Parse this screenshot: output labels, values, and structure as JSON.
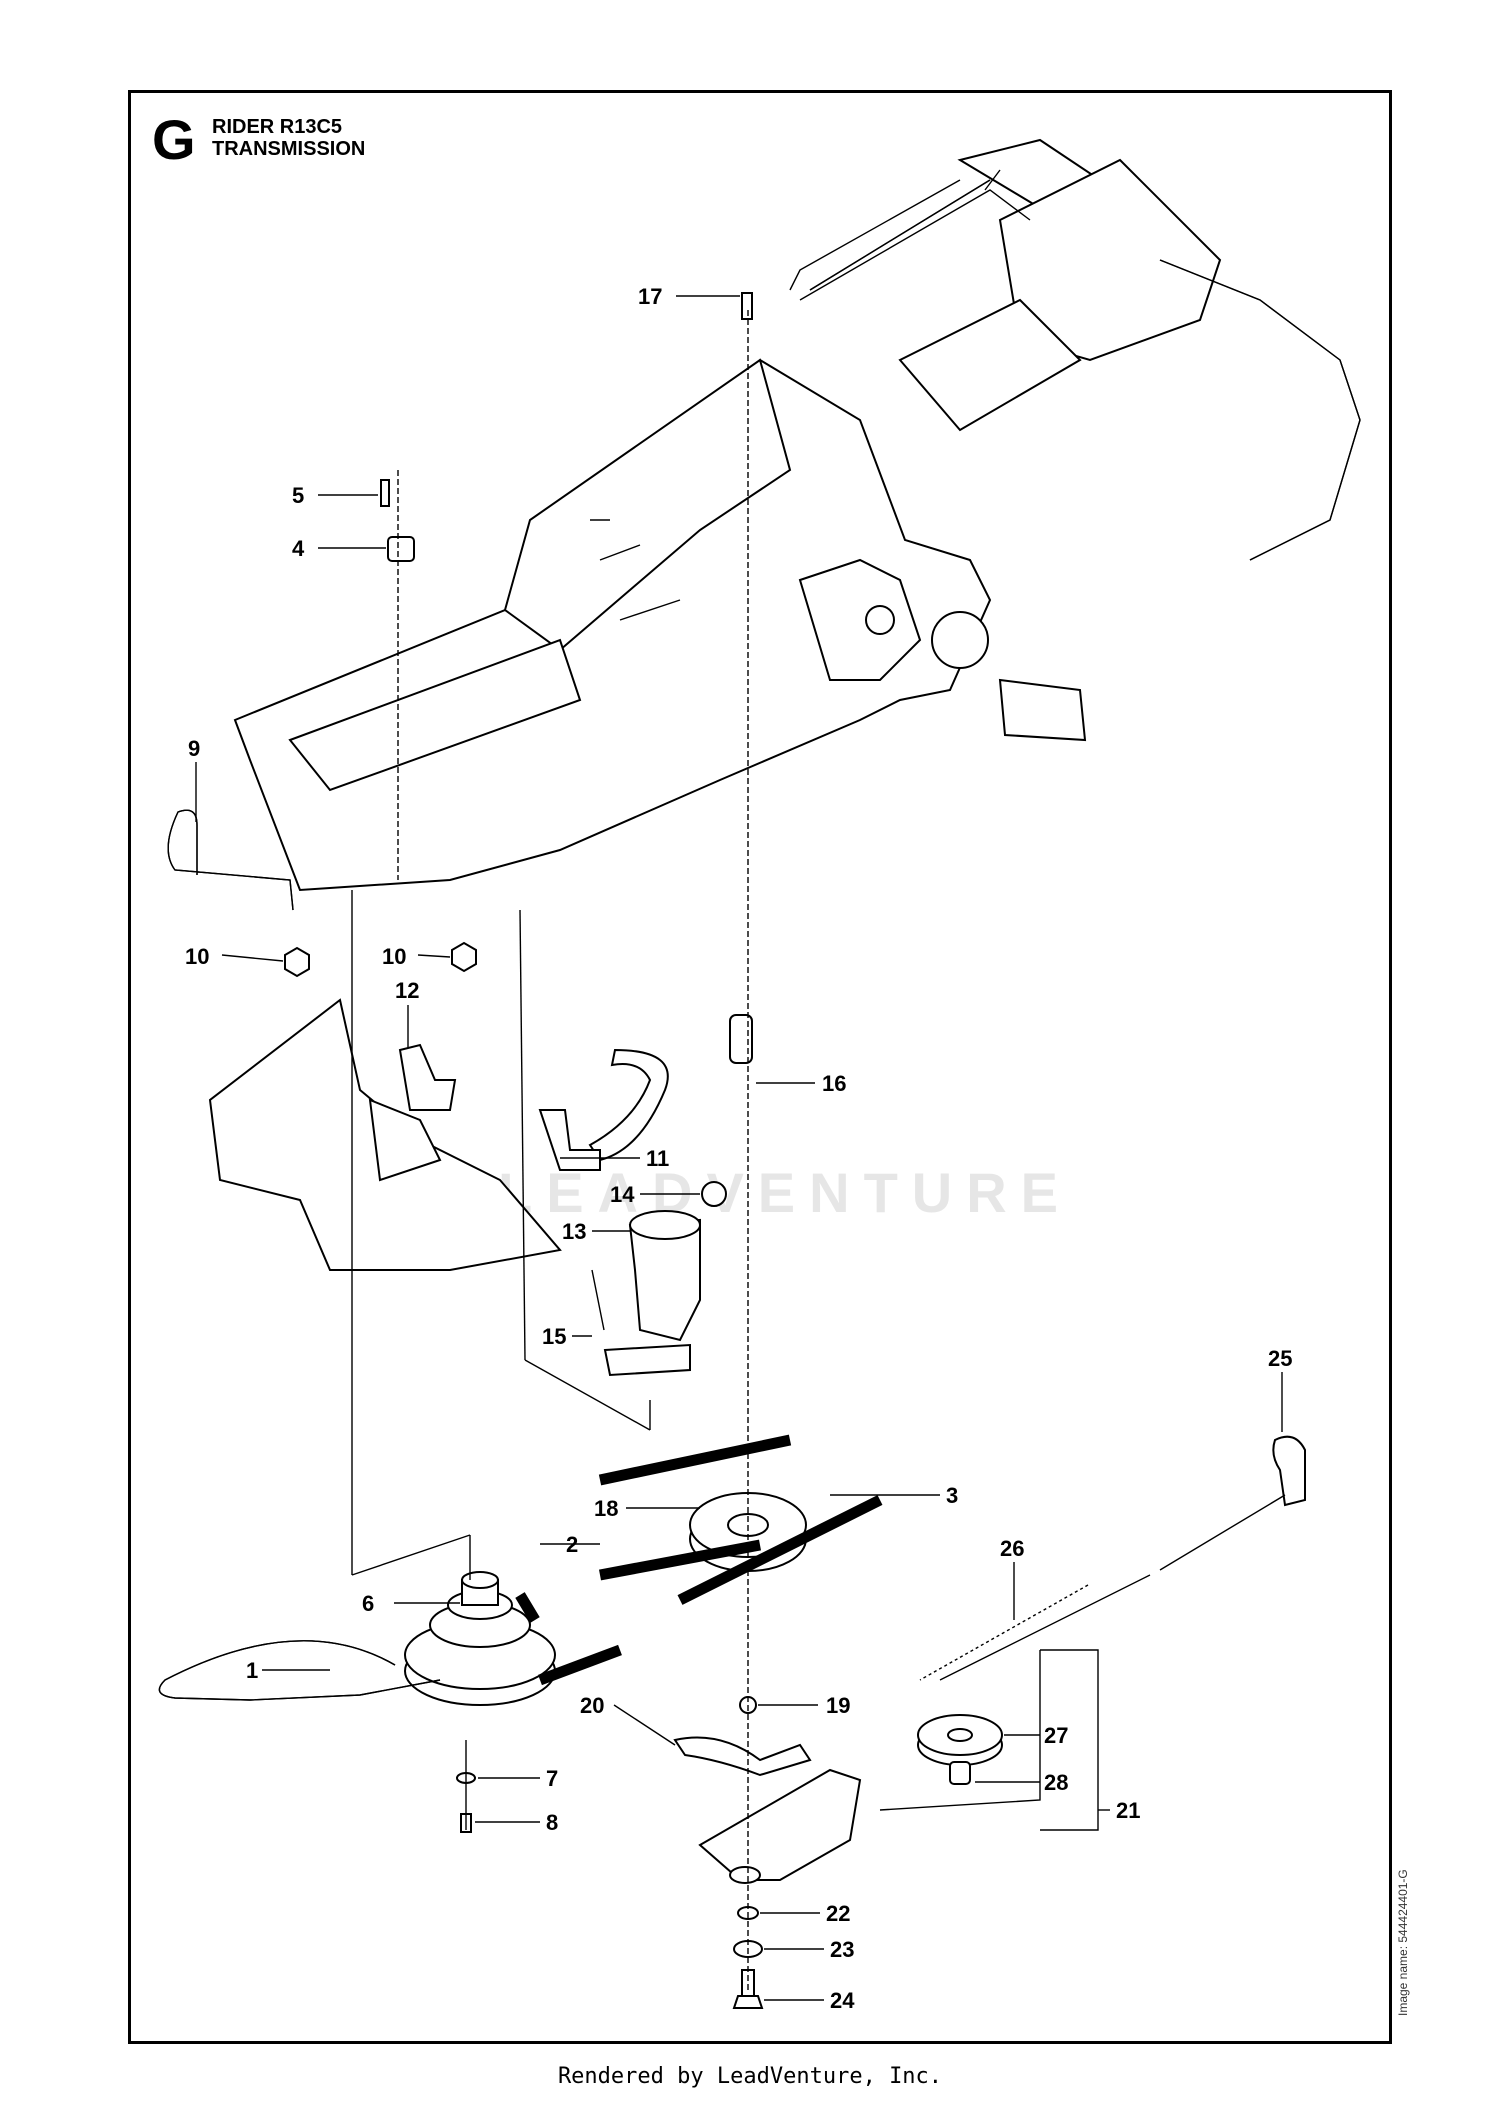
{
  "header": {
    "section_letter": "G",
    "model": "RIDER R13C5",
    "section_title": "TRANSMISSION"
  },
  "callouts": [
    {
      "id": "c17",
      "label": "17"
    },
    {
      "id": "c5",
      "label": "5"
    },
    {
      "id": "c4",
      "label": "4"
    },
    {
      "id": "c9",
      "label": "9"
    },
    {
      "id": "c10a",
      "label": "10"
    },
    {
      "id": "c10b",
      "label": "10"
    },
    {
      "id": "c12",
      "label": "12"
    },
    {
      "id": "c16",
      "label": "16"
    },
    {
      "id": "c11",
      "label": "11"
    },
    {
      "id": "c14",
      "label": "14"
    },
    {
      "id": "c13",
      "label": "13"
    },
    {
      "id": "c15",
      "label": "15"
    },
    {
      "id": "c25",
      "label": "25"
    },
    {
      "id": "c18",
      "label": "18"
    },
    {
      "id": "c3",
      "label": "3"
    },
    {
      "id": "c2",
      "label": "2"
    },
    {
      "id": "c26",
      "label": "26"
    },
    {
      "id": "c6",
      "label": "6"
    },
    {
      "id": "c1",
      "label": "1"
    },
    {
      "id": "c19",
      "label": "19"
    },
    {
      "id": "c20",
      "label": "20"
    },
    {
      "id": "c27",
      "label": "27"
    },
    {
      "id": "c7",
      "label": "7"
    },
    {
      "id": "c28",
      "label": "28"
    },
    {
      "id": "c21",
      "label": "21"
    },
    {
      "id": "c8",
      "label": "8"
    },
    {
      "id": "c22",
      "label": "22"
    },
    {
      "id": "c23",
      "label": "23"
    },
    {
      "id": "c24",
      "label": "24"
    }
  ],
  "watermark": "LEADVENTURE",
  "image_name": "Image name: 544424401-G",
  "footer": "Rendered by LeadVenture, Inc."
}
